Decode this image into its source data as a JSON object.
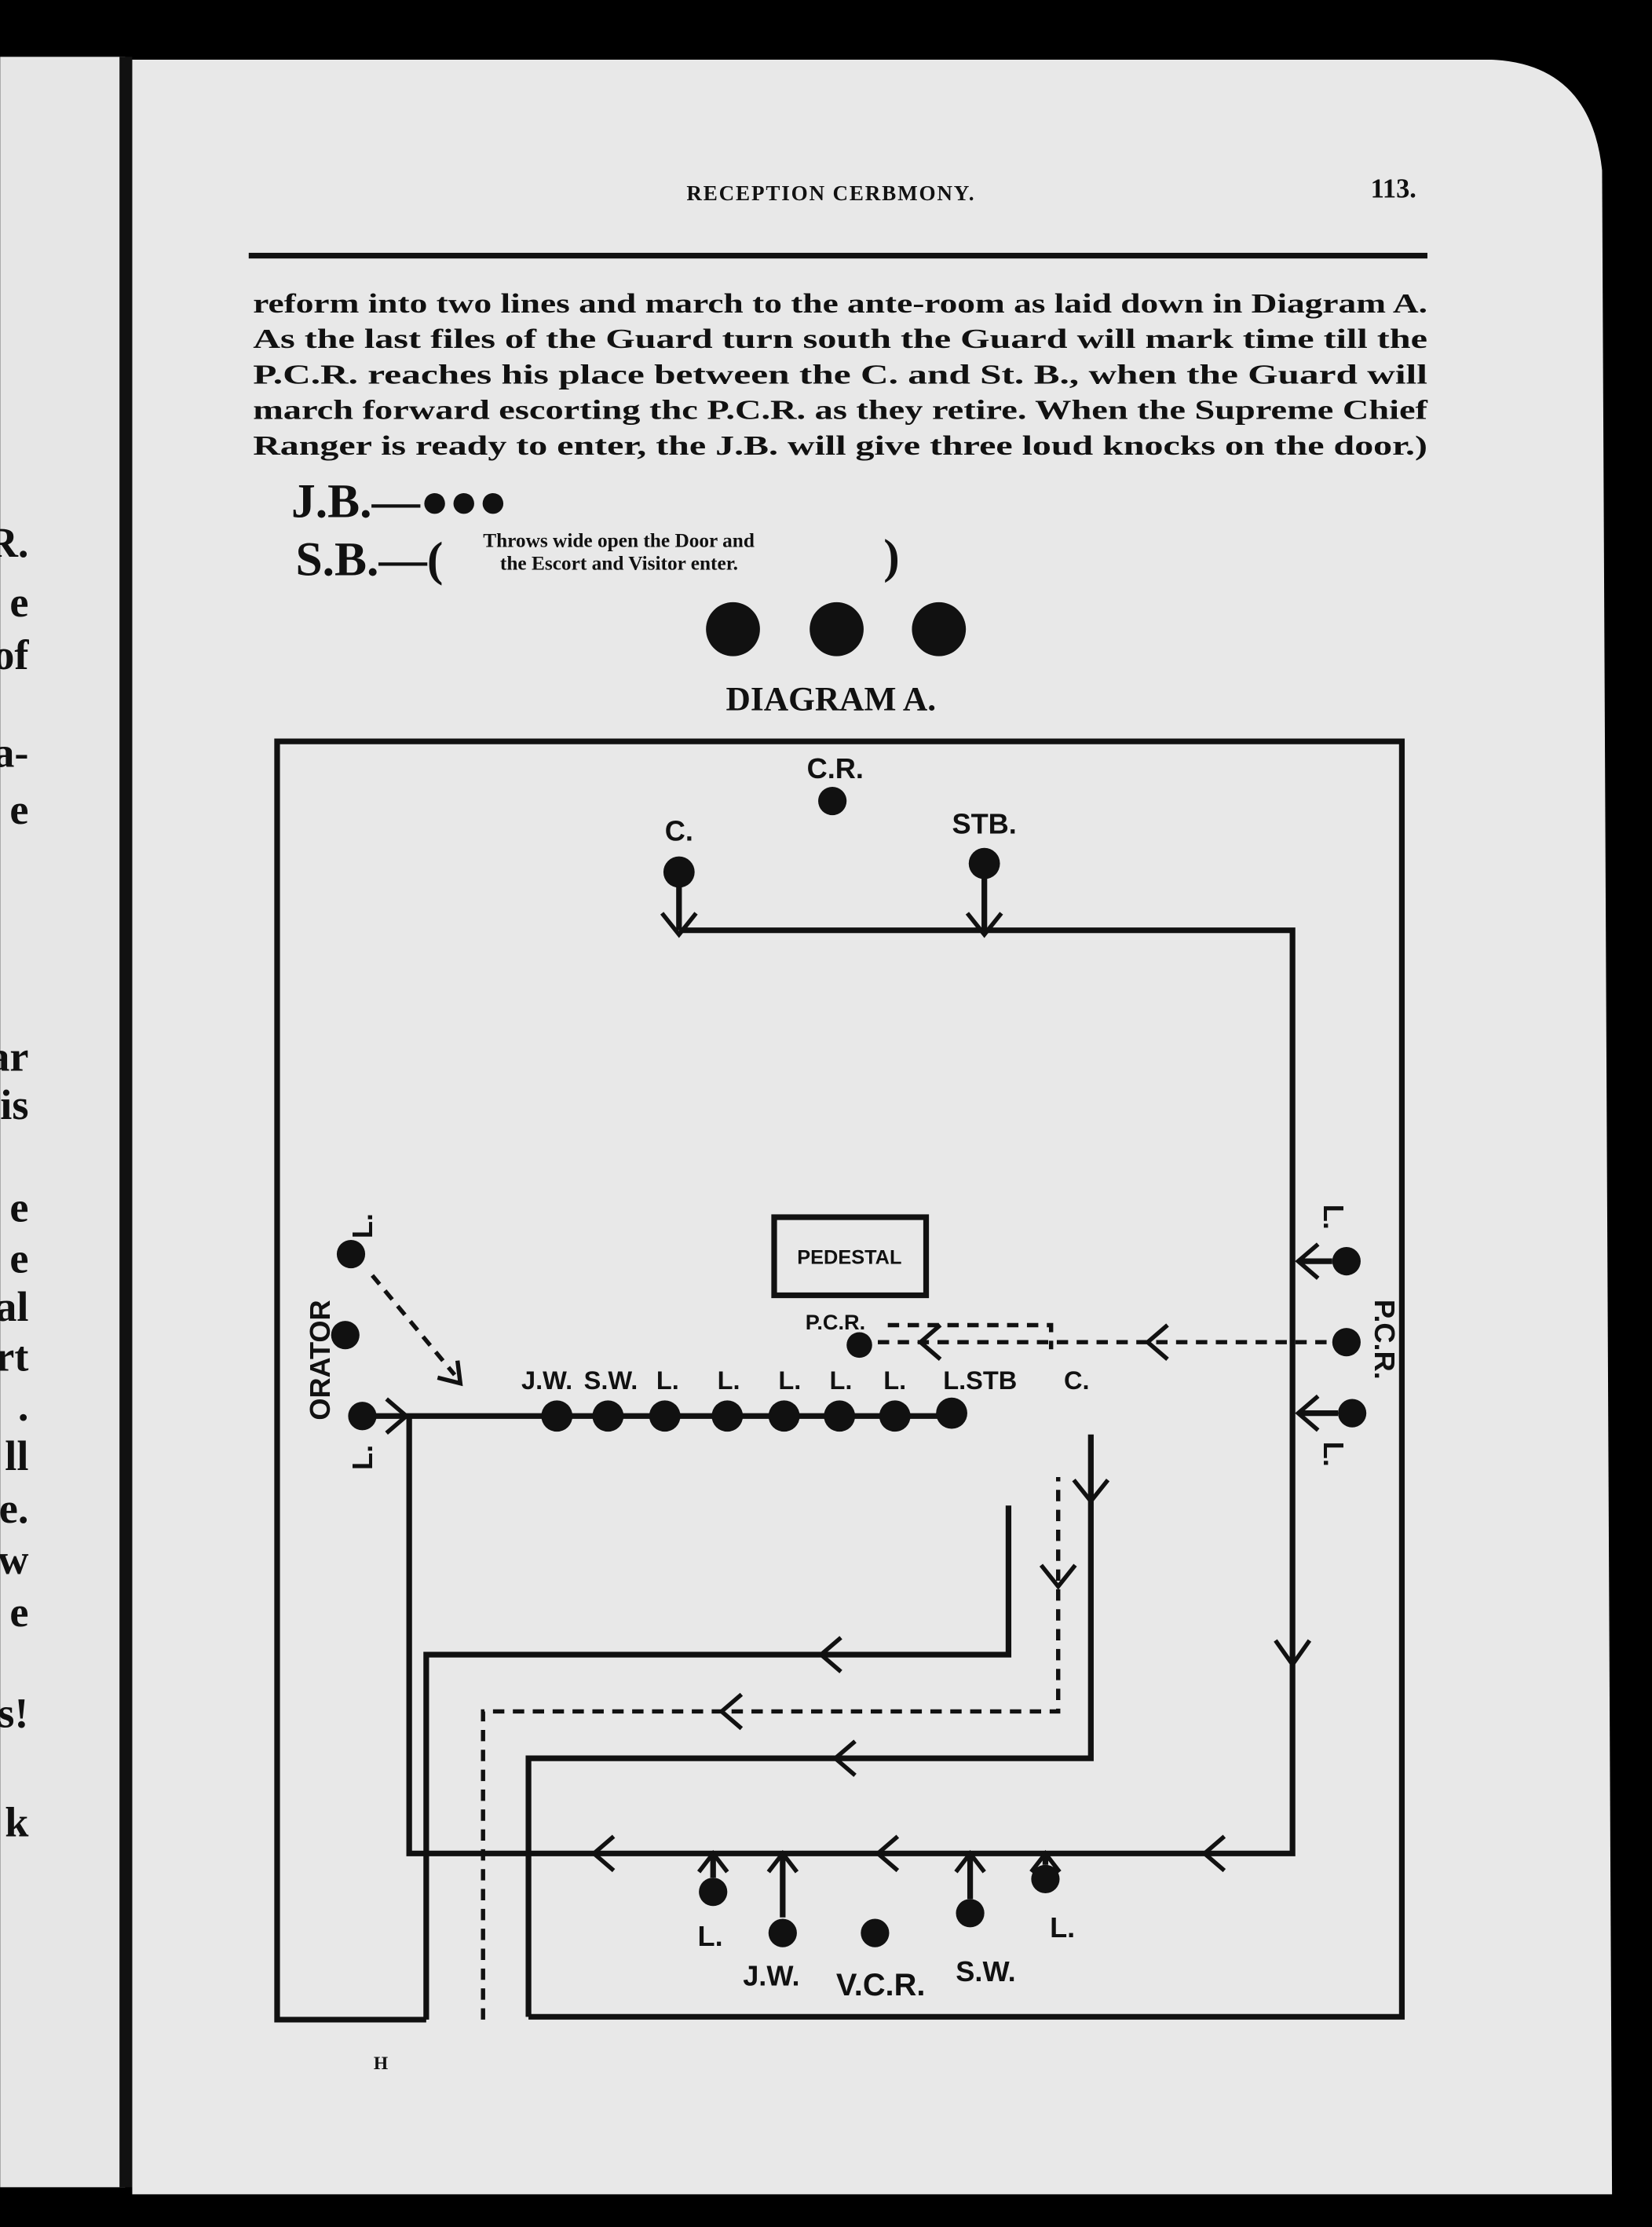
{
  "header": {
    "title": "RECEPTION CERBMONY.",
    "page_number": "113."
  },
  "paragraph": [
    "reform into two lines and march to the ante-room as laid down in Diagram A.",
    "As the last files of the Guard turn south the Guard will mark time till the",
    "P.C.R. reaches his place between the C. and St. B., when the Guard will",
    "march forward escorting thc P.C.R. as they retire.  When the Supreme Chief",
    "Ranger is ready to enter, the J.B. will give three loud knocks on the door.)"
  ],
  "knocks": {
    "jb": "J.B.—●●●",
    "sb": "S.B.—(",
    "sb_line1": "Throws wide open the Door and",
    "sb_line2": "the Escort and Visitor enter.",
    "sb_close": ")"
  },
  "diagram": {
    "title": "DIAGRAM A.",
    "labels": {
      "cr": "C.R.",
      "c_top": "C.",
      "stb_top": "STB.",
      "pedestal": "PEDESTAL",
      "pcr": "P.C.R.",
      "row": [
        "J.W.",
        "S.W.",
        "L.",
        "L.",
        "L.",
        "L.",
        "L.",
        "L.STB",
        "C."
      ],
      "orator": "ORATOR",
      "left_l_top": "L.",
      "left_l_bottom": "L.",
      "right_l_top": "L.",
      "right_pcr": "P.C.R.",
      "right_l_bottom": "L.",
      "bottom_l1": "L.",
      "bottom_jw": "J.W.",
      "bottom_vcr": "V.C.R.",
      "bottom_sw": "S.W.",
      "bottom_l2": "L.",
      "door": "H"
    }
  },
  "left_page_fragments": [
    "R.",
    "e",
    "of",
    "a-",
    "e",
    "ar",
    "is",
    "e",
    "e",
    "al",
    "rt",
    ".",
    "ll",
    "e.",
    "w",
    "e",
    "s!",
    "k"
  ]
}
